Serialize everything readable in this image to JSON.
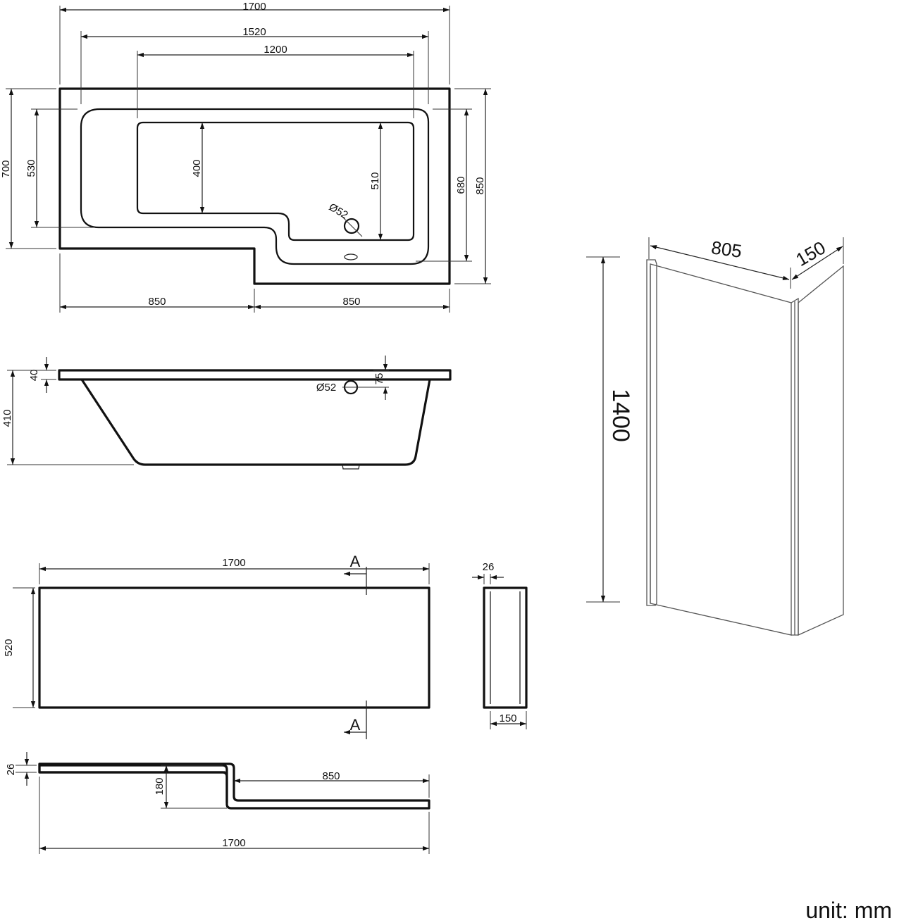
{
  "top_view": {
    "overall_length": "1700",
    "inner_length": "1520",
    "bowl_length": "1200",
    "overall_width": "700",
    "inner_width": "530",
    "bowl_width_left": "400",
    "bowl_width_right": "510",
    "inner_width_shower": "680",
    "overall_width_shower": "850",
    "waste_diameter": "Ø52",
    "left_section": "850",
    "right_section": "850"
  },
  "side_view": {
    "rim_thickness": "40",
    "depth": "410",
    "waste_diameter": "Ø52",
    "waste_offset": "75"
  },
  "front_panel": {
    "length": "1700",
    "height": "520",
    "section_marker_top": "A",
    "section_marker_bottom": "A",
    "section_thickness": "26",
    "section_depth": "150"
  },
  "panel_plan": {
    "thickness": "26",
    "return_depth": "180",
    "return_length": "850",
    "overall_length": "1700"
  },
  "screen": {
    "width": "805",
    "return_width": "150",
    "height": "1400"
  },
  "unit_label": "unit: mm"
}
